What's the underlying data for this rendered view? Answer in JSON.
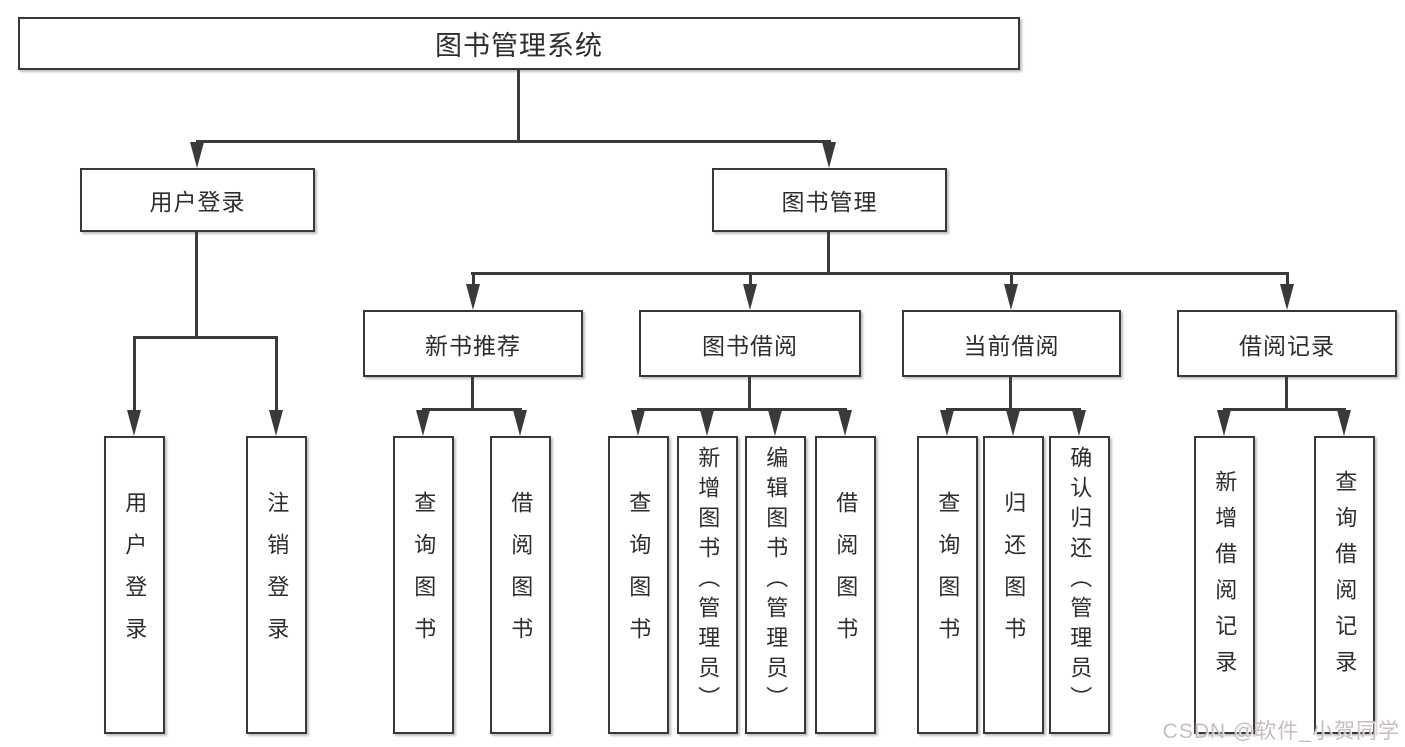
{
  "diagram": {
    "title": "图书管理系统",
    "colors": {
      "background": "#ffffff",
      "line": "#3a3a3a",
      "box_border": "#383838",
      "text": "#2d2d2d",
      "watermark": "#c7bdbd"
    },
    "nodes": {
      "root": {
        "label": "图书管理系统"
      },
      "user_login": {
        "label": "用户登录"
      },
      "book_mgmt": {
        "label": "图书管理"
      },
      "user_login_action": {
        "label": "用户登录"
      },
      "logout_action": {
        "label": "注销登录"
      },
      "new_book_rec": {
        "label": "新书推荐"
      },
      "book_borrow": {
        "label": "图书借阅"
      },
      "current_borrow": {
        "label": "当前借阅"
      },
      "borrow_records": {
        "label": "借阅记录"
      },
      "rec_query_books": {
        "label": "查询图书"
      },
      "rec_borrow_books": {
        "label": "借阅图书"
      },
      "bb_query_books": {
        "label": "查询图书"
      },
      "bb_add_books": {
        "label": "新增图书（管理员）"
      },
      "bb_edit_books": {
        "label": "编辑图书（管理员）"
      },
      "bb_borrow_books": {
        "label": "借阅图书"
      },
      "cb_query_books": {
        "label": "查询图书"
      },
      "cb_return_books": {
        "label": "归还图书"
      },
      "cb_confirm_return": {
        "label": "确认归还（管理员）"
      },
      "br_add_record": {
        "label": "新增借阅记录"
      },
      "br_query_record": {
        "label": "查询借阅记录"
      }
    },
    "edges": [
      [
        "root",
        "user_login"
      ],
      [
        "root",
        "book_mgmt"
      ],
      [
        "user_login",
        "user_login_action"
      ],
      [
        "user_login",
        "logout_action"
      ],
      [
        "book_mgmt",
        "new_book_rec"
      ],
      [
        "book_mgmt",
        "book_borrow"
      ],
      [
        "book_mgmt",
        "current_borrow"
      ],
      [
        "book_mgmt",
        "borrow_records"
      ],
      [
        "new_book_rec",
        "rec_query_books"
      ],
      [
        "new_book_rec",
        "rec_borrow_books"
      ],
      [
        "book_borrow",
        "bb_query_books"
      ],
      [
        "book_borrow",
        "bb_add_books"
      ],
      [
        "book_borrow",
        "bb_edit_books"
      ],
      [
        "book_borrow",
        "bb_borrow_books"
      ],
      [
        "current_borrow",
        "cb_query_books"
      ],
      [
        "current_borrow",
        "cb_return_books"
      ],
      [
        "current_borrow",
        "cb_confirm_return"
      ],
      [
        "borrow_records",
        "br_add_record"
      ],
      [
        "borrow_records",
        "br_query_record"
      ]
    ],
    "watermark": {
      "text": "CSDN @软件_小贺同学"
    }
  }
}
